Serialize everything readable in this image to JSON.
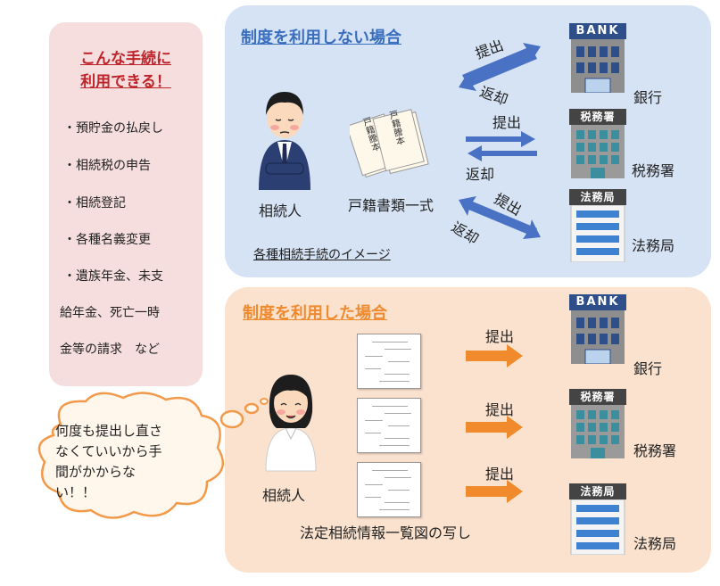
{
  "left": {
    "title_line1": "こんな手続に",
    "title_line2": "利用できる！",
    "items": [
      "・預貯金の払戻し",
      "・相続税の申告",
      "・相続登記",
      "・各種名義変更",
      "・遺族年金、未支",
      "給年金、死亡一時",
      "金等の請求　など"
    ]
  },
  "top": {
    "title": "制度を利用しない場合",
    "person_label": "相続人",
    "docs_label": "戸籍書類一式",
    "doc_text": "戸籍謄本",
    "caption": "各種相続手続のイメージ",
    "submit": "提出",
    "return": "返却",
    "institutions": [
      "銀行",
      "税務署",
      "法務局"
    ]
  },
  "bottom": {
    "title": "制度を利用した場合",
    "person_label": "相続人",
    "docs_label": "法定相続情報一覧図の写し",
    "submit": "提出",
    "institutions": [
      "銀行",
      "税務署",
      "法務局"
    ]
  },
  "bubble": {
    "text": [
      "何度も提出し直さ",
      "なくていいから手",
      "間がかからな",
      "い！！"
    ]
  },
  "signs": {
    "bank": "BANK",
    "tax": "税務署",
    "legal": "法務局"
  },
  "colors": {
    "blue_panel": "#d6e3f5",
    "orange_panel": "#fbe2cf",
    "pink_panel": "#f6dede",
    "blue_arrow": "#4a72c4",
    "orange_arrow": "#f08a2c",
    "red_title": "#c0242b"
  }
}
